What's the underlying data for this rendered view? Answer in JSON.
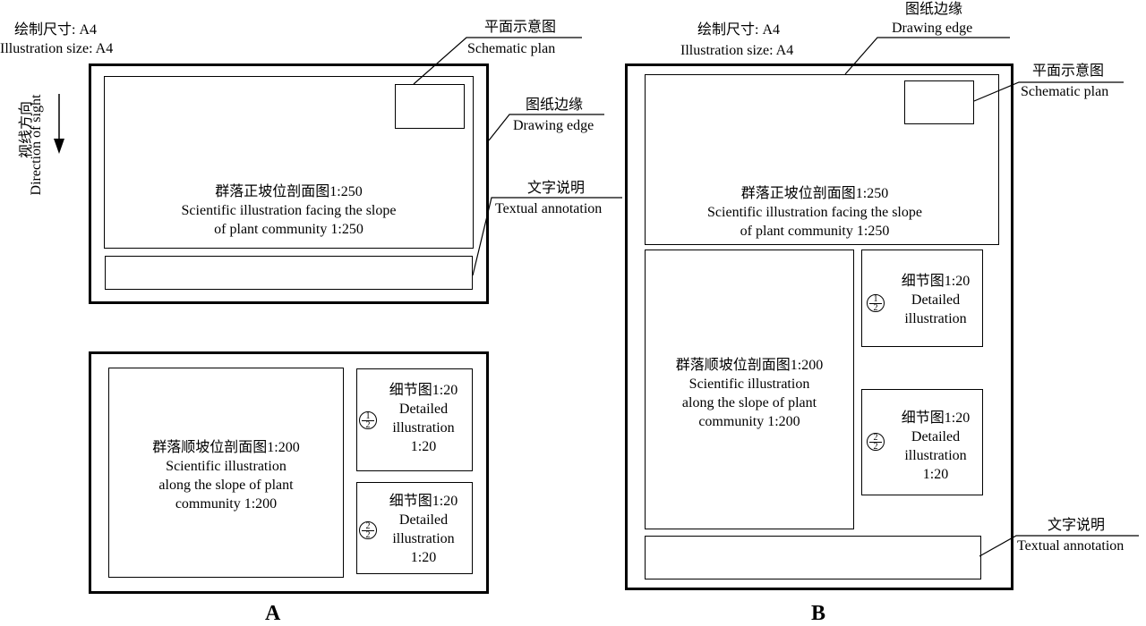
{
  "size": {
    "zh": "绘制尺寸: A4",
    "en": "Illustration size: A4"
  },
  "sight": {
    "zh": "视线方向",
    "en": "Direction of sight"
  },
  "callouts": {
    "plan": {
      "zh": "平面示意图",
      "en": "Schematic plan"
    },
    "edge": {
      "zh": "图纸边缘",
      "en": "Drawing edge"
    },
    "text": {
      "zh": "文字说明",
      "en": "Textual annotation"
    }
  },
  "facing": {
    "zh": "群落正坡位剖面图1:250",
    "en1": "Scientific illustration facing the slope",
    "en2": "of plant community 1:250"
  },
  "along_a": {
    "zh": "群落顺坡位剖面图1:200",
    "en1": "Scientific illustration",
    "en2": "along the slope of plant",
    "en3": "community 1:200"
  },
  "along_b": {
    "zh": "群落顺坡位剖面图1:200",
    "en1": "Scientific illustration",
    "en2": "along the slope of plant",
    "en3": "community 1:200"
  },
  "detail": {
    "zh": "细节图1:20",
    "en1": "Detailed",
    "en2": "illustration",
    "en3": "1:20"
  },
  "detail_b": {
    "zh": "细节图1:20",
    "en1": "Detailed",
    "en2": "illustration",
    "en3": "1:20"
  },
  "symbols": {
    "one_top": "1",
    "two_top": "2",
    "bottom": "2"
  },
  "panels": {
    "a": "A",
    "b": "B"
  }
}
